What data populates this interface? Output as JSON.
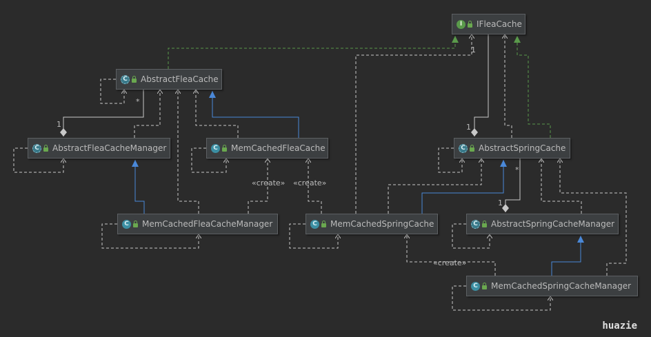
{
  "nodes": {
    "ifleacache": {
      "name": "IFleaCache",
      "kind": "interface",
      "icon": "interface-icon"
    },
    "abstractfleacache": {
      "name": "AbstractFleaCache",
      "kind": "abstract-class",
      "icon": "abstract-class-icon"
    },
    "abstractfleacachemanager": {
      "name": "AbstractFleaCacheManager",
      "kind": "abstract-class",
      "icon": "abstract-class-icon"
    },
    "memcachedfleacache": {
      "name": "MemCachedFleaCache",
      "kind": "class",
      "icon": "class-icon"
    },
    "memcachedfleacachemanager": {
      "name": "MemCachedFleaCacheManager",
      "kind": "class",
      "icon": "class-icon"
    },
    "memcachedspringcache": {
      "name": "MemCachedSpringCache",
      "kind": "class",
      "icon": "class-icon"
    },
    "abstractspringcache": {
      "name": "AbstractSpringCache",
      "kind": "abstract-class",
      "icon": "abstract-class-icon"
    },
    "abstractspringcachemanager": {
      "name": "AbstractSpringCacheManager",
      "kind": "abstract-class",
      "icon": "abstract-class-icon"
    },
    "memcachedspringcachemanager": {
      "name": "MemCachedSpringCacheManager",
      "kind": "class",
      "icon": "class-icon"
    }
  },
  "labels": {
    "create1": "«create»",
    "create2": "«create»",
    "create3": "«create»",
    "mult_1_a": "1",
    "mult_star_a": "*",
    "mult_1_b": "1",
    "mult_1_c": "1",
    "mult_star_b": "*"
  },
  "watermark": "huazie",
  "colors": {
    "background": "#2b2b2b",
    "dependency": "#c8c8c8",
    "realization": "#5a9a4b",
    "extends": "#4a88d8",
    "text": "#bbbbbb"
  }
}
